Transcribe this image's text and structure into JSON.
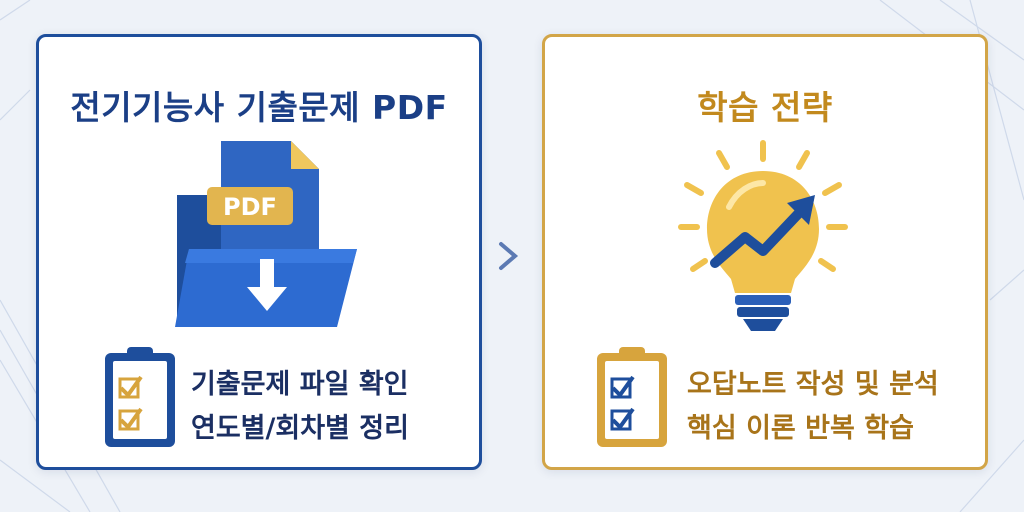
{
  "left_card": {
    "title": "전기기능사 기출문제 PDF",
    "pdf_badge": "PDF",
    "icon": "pdf-folder-download-icon",
    "items": [
      "기출문제 파일 확인",
      "연도별/회차별 정리"
    ]
  },
  "right_card": {
    "title": "학습 전략",
    "icon": "lightbulb-growth-icon",
    "items": [
      "오답노트 작성 및 분석",
      "핵심 이론 반복 학습"
    ]
  },
  "colors": {
    "navy": "#1e4e9c",
    "gold": "#d2a548",
    "background": "#eef2f8"
  }
}
